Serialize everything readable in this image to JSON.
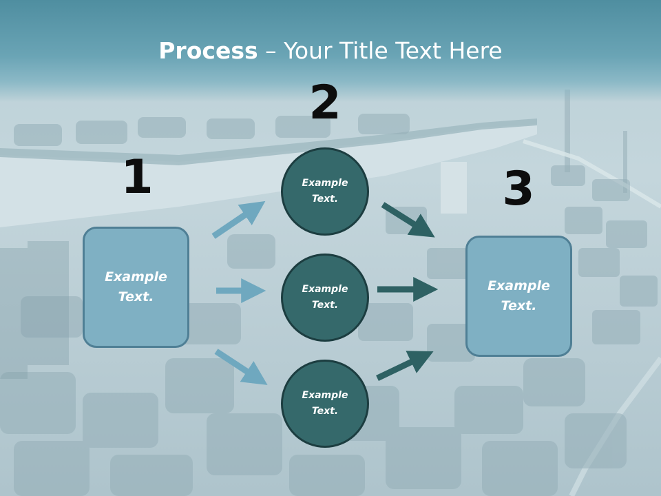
{
  "slide": {
    "title_bold": "Process",
    "title_rest": " – Your Title Text Here"
  },
  "steps": {
    "one": "1",
    "two": "2",
    "three": "3"
  },
  "nodes": {
    "left_box": "Example\nText.",
    "circle_top": "Example\nText.",
    "circle_middle": "Example\nText.",
    "circle_bottom": "Example\nText.",
    "right_box": "Example\nText."
  },
  "colors": {
    "title_bar": "#5a98aa",
    "box_fill": "#7fb0c3",
    "circle_fill": "#35696b",
    "arrow_light": "#6fa8bf",
    "arrow_dark": "#2e6163"
  },
  "background": {
    "description_icon": "traffic-photo"
  }
}
